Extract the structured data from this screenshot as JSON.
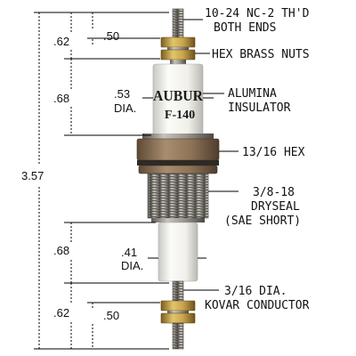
{
  "product": {
    "brand_text": "AUBUR",
    "model_text": "F-140"
  },
  "dimensions": {
    "overall": "3.57",
    "top_terminal_total": ".62",
    "top_thread": ".50",
    "insulator_top_len": ".68",
    "insulator_top_dia_value": ".53",
    "insulator_top_dia_unit": "DIA.",
    "insulator_bottom_len": ".68",
    "insulator_bottom_dia_value": ".41",
    "insulator_bottom_dia_unit": "DIA.",
    "bottom_terminal_total": ".62",
    "bottom_thread": ".50"
  },
  "callouts": {
    "thread_line1": "10-24 NC-2 TH'D",
    "thread_line2": "BOTH ENDS",
    "nuts": "HEX BRASS NUTS",
    "insulator_line1": "ALUMINA",
    "insulator_line2": "INSULATOR",
    "hex": "13/16 HEX",
    "seal_line1": "3/8-18",
    "seal_line2": "DRYSEAL",
    "seal_line3": "(SAE SHORT)",
    "conductor_line1": "3/16 DIA.",
    "conductor_line2": "KOVAR CONDUCTOR"
  },
  "colors": {
    "brass": "#c9a44c",
    "ceramic": "#f1f0ea",
    "steel": "#9c9890",
    "rust": "#8f7458"
  }
}
